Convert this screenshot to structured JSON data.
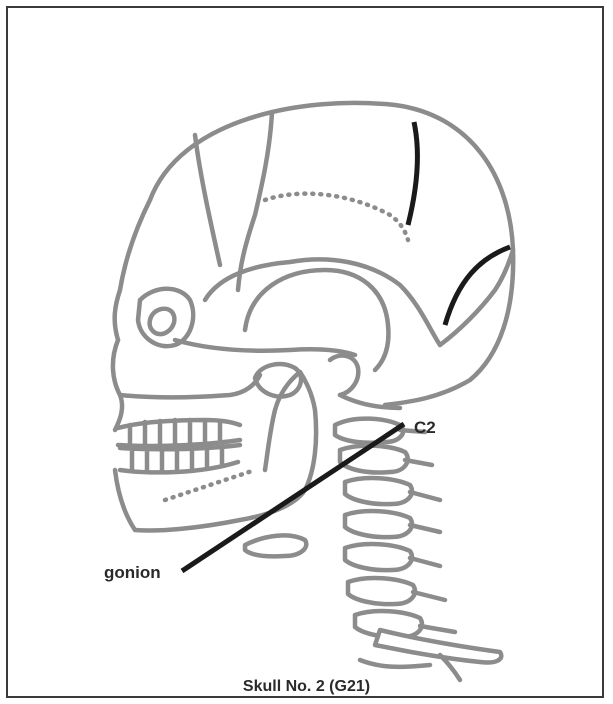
{
  "labels": {
    "c2": "C2",
    "gonion": "gonion"
  },
  "caption": "Skull No. 2 (G21)",
  "colors": {
    "bone_outline": "#8c8c8c",
    "marker_line": "#1a1a1a",
    "text": "#2a2a2a",
    "frame": "#3a3a3a"
  }
}
